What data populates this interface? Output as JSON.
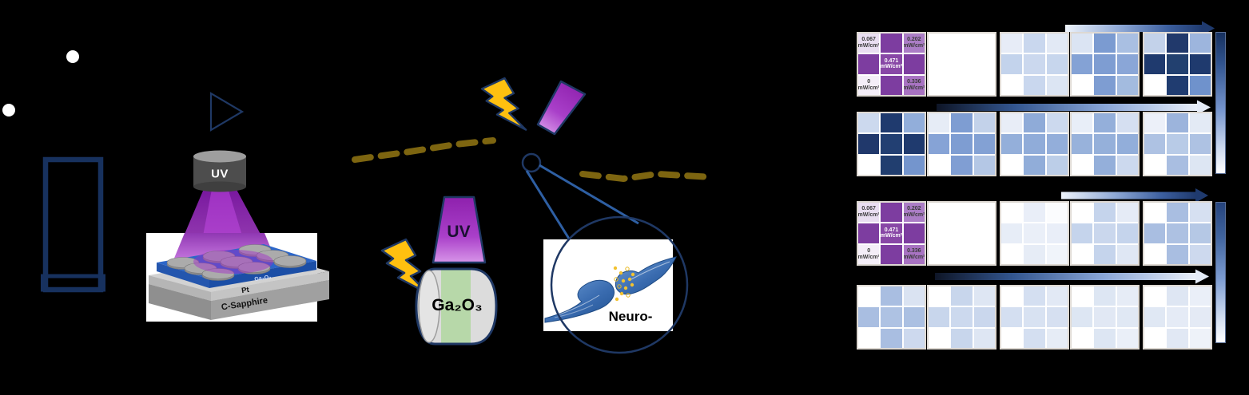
{
  "figure": {
    "left": {
      "lamp_label": "UV",
      "device_layers": {
        "top": "Ga₂O₃",
        "middle": "Pt",
        "bottom": "C-Sapphire"
      }
    },
    "middle": {
      "uv_cone_label": "UV",
      "target_label": "Ga₂O₃",
      "synapse_label": "Neuro-"
    }
  },
  "heatmaps": {
    "power_cells": {
      "0": {
        "value": "0.067",
        "unit": "mW/cm²",
        "text_color": "#3a3a3a"
      },
      "2": {
        "value": "0.202",
        "unit": "mW/cm²",
        "text_color": "#3a3a3a"
      },
      "4": {
        "value": "0.471",
        "unit": "mW/cm²",
        "text_color": "#ffffff"
      },
      "6": {
        "value": "0",
        "unit": "mW/cm²",
        "text_color": "#3a3a3a"
      },
      "8": {
        "value": "0.336",
        "unit": "mW/cm²",
        "text_color": "#3a3a3a"
      }
    },
    "rows": [
      {
        "name": "top-potentiation",
        "grids": [
          {
            "type": "power",
            "cells": [
              "#e9def1",
              "#7d3da0",
              "#ab7dc6",
              "#7d3da0",
              "#8847a6",
              "#7d3da0",
              "#f4eef8",
              "#7d3da0",
              "#a873c2"
            ]
          },
          {
            "cells": [
              "#ffffff",
              "#ffffff",
              "#ffffff",
              "#ffffff",
              "#ffffff",
              "#ffffff",
              "#ffffff",
              "#ffffff",
              "#ffffff"
            ]
          },
          {
            "cells": [
              "#e7ecf7",
              "#c9d7ee",
              "#e2e9f5",
              "#c3d3ec",
              "#cbd8ee",
              "#c7d6ed",
              "#ffffff",
              "#c9d7ee",
              "#dce5f3"
            ]
          },
          {
            "cells": [
              "#dbe4f3",
              "#7b9bd1",
              "#a9bfe2",
              "#84a2d5",
              "#7e9dd2",
              "#8aa6d7",
              "#ffffff",
              "#7e9dd2",
              "#a3bbdf"
            ]
          },
          {
            "cells": [
              "#c3d2ea",
              "#21396b",
              "#9db5dd",
              "#1f3a6e",
              "#22406f",
              "#1f3a6e",
              "#ffffff",
              "#203c70",
              "#6f92cc"
            ]
          }
        ]
      },
      {
        "name": "top-depression",
        "grids": [
          {
            "cells": [
              "#ccd9ee",
              "#1f3a6e",
              "#92aeda",
              "#20386b",
              "#223f72",
              "#1f3a6e",
              "#ffffff",
              "#213e6f",
              "#7495cd"
            ]
          },
          {
            "cells": [
              "#e6ecf6",
              "#7e9dd2",
              "#c3d2ea",
              "#86a3d6",
              "#7e9dd2",
              "#83a1d4",
              "#ffffff",
              "#809ed3",
              "#b4c7e5"
            ]
          },
          {
            "cells": [
              "#e8edf7",
              "#8fabd8",
              "#ccd9ee",
              "#94afda",
              "#90acd9",
              "#93aeda",
              "#ffffff",
              "#91add9",
              "#bccee8"
            ]
          },
          {
            "cells": [
              "#e8eef8",
              "#94afda",
              "#d5dff1",
              "#98b2db",
              "#95b0da",
              "#92aeda",
              "#ffffff",
              "#94afda",
              "#ccd9ee"
            ]
          },
          {
            "cells": [
              "#ecf0f9",
              "#9cb4dc",
              "#e3eaf5",
              "#aec2e3",
              "#b8cbe7",
              "#aec2e3",
              "#ffffff",
              "#a9bee1",
              "#dde6f3"
            ]
          }
        ]
      },
      {
        "name": "bottom-potentiation",
        "grids": [
          {
            "type": "power",
            "cells": [
              "#e9def1",
              "#7d3da0",
              "#ab7dc6",
              "#7d3da0",
              "#8847a6",
              "#7d3da0",
              "#f4eef8",
              "#7d3da0",
              "#a873c2"
            ]
          },
          {
            "cells": [
              "#ffffff",
              "#ffffff",
              "#ffffff",
              "#ffffff",
              "#ffffff",
              "#ffffff",
              "#ffffff",
              "#ffffff",
              "#ffffff"
            ]
          },
          {
            "cells": [
              "#ffffff",
              "#e9eef8",
              "#fbfcfe",
              "#e7edf7",
              "#eaeff8",
              "#e9eef8",
              "#ffffff",
              "#e6ecf6",
              "#f0f4fa"
            ]
          },
          {
            "cells": [
              "#ffffff",
              "#c5d4ec",
              "#e5ebf6",
              "#c5d4ec",
              "#cad7ed",
              "#c5d4ec",
              "#ffffff",
              "#c5d4ec",
              "#dfe7f4"
            ]
          },
          {
            "cells": [
              "#ffffff",
              "#a9bee1",
              "#d6e0f1",
              "#a9bee1",
              "#adc1e2",
              "#b5c8e5",
              "#ffffff",
              "#a9bee1",
              "#cdd9ee"
            ]
          }
        ]
      },
      {
        "name": "bottom-depression",
        "grids": [
          {
            "cells": [
              "#ffffff",
              "#a9bee1",
              "#dae3f2",
              "#a9bee1",
              "#aec2e3",
              "#abc0e2",
              "#ffffff",
              "#a9bee1",
              "#cdd9ee"
            ]
          },
          {
            "cells": [
              "#ffffff",
              "#c8d6ec",
              "#dee6f3",
              "#c8d6ec",
              "#ccd9ee",
              "#cad7ed",
              "#ffffff",
              "#c8d6ec",
              "#dee6f3"
            ]
          },
          {
            "cells": [
              "#ffffff",
              "#d4dff1",
              "#e2e9f5",
              "#d4dff1",
              "#d8e2f2",
              "#d6e0f1",
              "#ffffff",
              "#d4dff1",
              "#e6ecf6"
            ]
          },
          {
            "cells": [
              "#ffffff",
              "#dde6f3",
              "#e6ecf6",
              "#dde6f3",
              "#e1e8f4",
              "#e0e8f4",
              "#ffffff",
              "#dde6f3",
              "#eaeff8"
            ]
          },
          {
            "cells": [
              "#ffffff",
              "#dee6f3",
              "#eaeff8",
              "#e0e8f4",
              "#e5ebf6",
              "#e4eaf5",
              "#ffffff",
              "#e1e8f4",
              "#eef2f9"
            ]
          }
        ]
      }
    ]
  },
  "colors": {
    "navy_outline": "#1f3864",
    "heatmap_dark": "#1f3a6e",
    "purple_dark": "#7d3da0",
    "uv_beam": "#a229c9",
    "bolt_yellow": "#ffc010",
    "axon_olive": "#7d6510",
    "device_blue": "#2c66c9",
    "cylinder_green": "#b7d8a9"
  }
}
